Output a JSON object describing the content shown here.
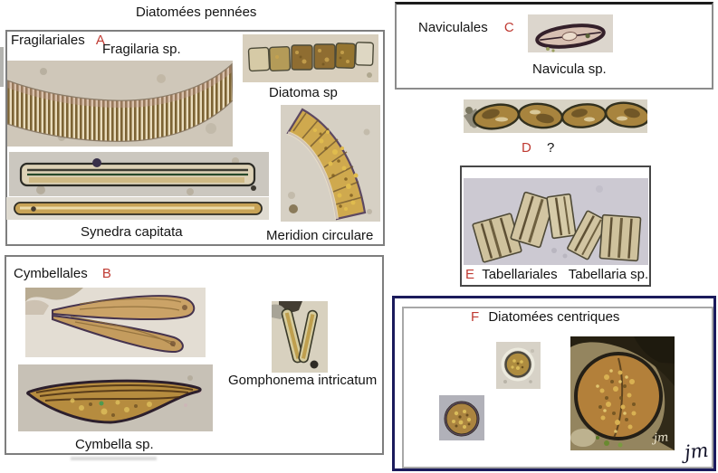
{
  "page": {
    "title": "Diatomées pennées",
    "signature": "jm"
  },
  "colors": {
    "accent_red": "#bf3a32",
    "box_border_gray": "#7e7e7e",
    "navy_border": "#1b1b5c"
  },
  "sections": {
    "fragilariales": {
      "order_label": "Fragilariales",
      "letter": "A",
      "species": {
        "fragilaria": "Fragilaria sp.",
        "diatoma": "Diatoma sp",
        "synedra": "Synedra capitata",
        "meridion": "Meridion circulare"
      }
    },
    "cymbellales": {
      "order_label": "Cymbellales",
      "letter": "B",
      "species": {
        "gomphonema": "Gomphonema intricatum",
        "cymbella": "Cymbella sp."
      }
    },
    "naviculales": {
      "order_label": "Naviculales",
      "letter": "C",
      "species": {
        "navicula": "Navicula sp."
      }
    },
    "unknown_chain": {
      "letter": "D",
      "question": "?"
    },
    "tabellariales": {
      "letter": "E",
      "order_label": "Tabellariales",
      "species": {
        "tabellaria": "Tabellaria sp."
      }
    },
    "centric": {
      "letter": "F",
      "title": "Diatomées centriques"
    }
  }
}
